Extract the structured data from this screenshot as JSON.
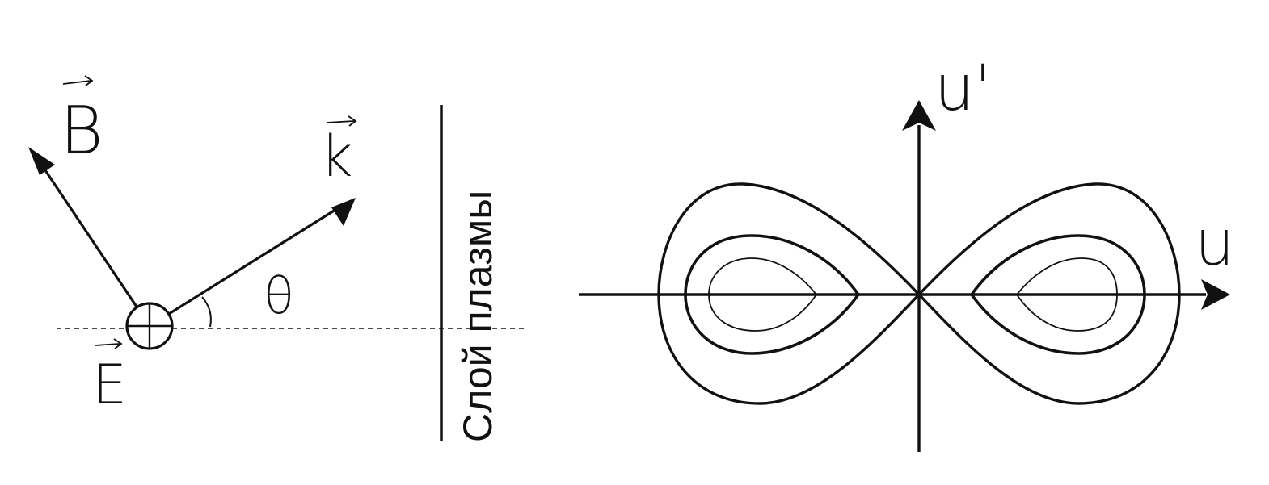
{
  "left_diagram": {
    "vector_b": "B",
    "vector_k": "k",
    "vector_e": "E",
    "angle": "θ",
    "plasma_layer": "Слой плазмы"
  },
  "phase_portrait": {
    "x_axis_label": "u",
    "y_axis_label": "u'",
    "orbit_count": 3,
    "separatrix": "figure-eight"
  },
  "colors": {
    "ink": "#111111",
    "background": "#ffffff"
  }
}
